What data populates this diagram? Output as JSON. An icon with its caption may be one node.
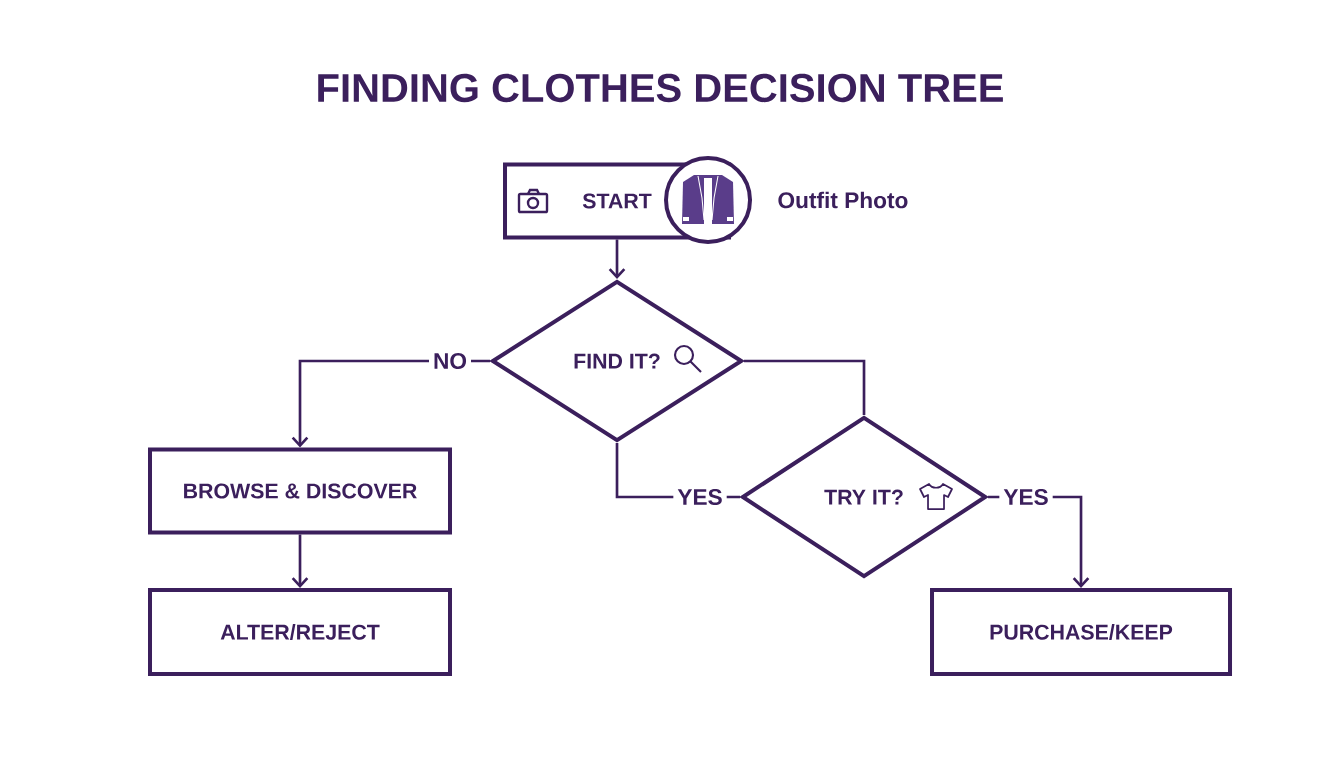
{
  "diagram": {
    "title": "FINDING CLOTHES DECISION TREE",
    "nodes": [
      {
        "text": [
          "START"
        ]
      },
      {
        "text": [],
        "shape": "circle",
        "beside": [
          "Outfit Photo"
        ]
      },
      {
        "text": [
          "FIND IT?"
        ]
      },
      {
        "text": [
          "BROWSE & DISCOVER"
        ]
      },
      {
        "text": [
          "ALTER/REJECT"
        ]
      },
      {
        "text": [
          "TRY IT?"
        ]
      },
      {
        "text": [
          "PURCHASE/KEEP"
        ]
      }
    ],
    "edges": [
      {
        "from": 0,
        "to": 2,
        "arrow": "to"
      },
      {
        "from": 2,
        "to": 3,
        "arrow": "to",
        "label": "NO"
      },
      {
        "from": 3,
        "to": 4,
        "arrow": "to"
      },
      {
        "from": 2,
        "to": 5,
        "arrow": "none"
      },
      {
        "from": 2,
        "to": 5,
        "arrow": "none",
        "label": "YES"
      },
      {
        "from": 5,
        "to": 6,
        "arrow": "to",
        "label": "YES"
      }
    ]
  }
}
